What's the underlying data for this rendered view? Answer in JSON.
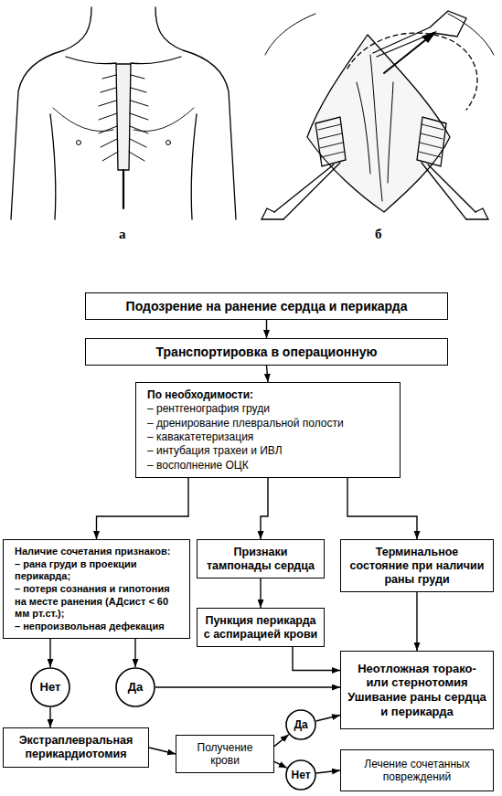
{
  "diagram": {
    "nodes": [
      {
        "text": [
          "Подозрение на ранение сердца и перикарда"
        ]
      },
      {
        "text": [
          "Транспортировка в операционную"
        ]
      },
      {
        "text": [
          "По необходимости:",
          "– рентгенография груди",
          "– дренирование плевральной полости",
          "– кавакатетеризация",
          "– интубация трахеи и ИВЛ",
          "– восполнение ОЦК"
        ]
      },
      {
        "text": [
          "Наличие сочетания признаков:",
          "– рана груди в проекции перикарда;",
          "– потеря сознания и гипотония на месте ранения (АДсист < 60 мм рт.ст.);",
          "– непроизвольная дефекация"
        ]
      },
      {
        "text": [
          "Признаки тампонады сердца"
        ]
      },
      {
        "text": [
          "Терминальное состояние при наличии раны груди"
        ]
      },
      {
        "text": [
          "Пункция перикарда с аспирацией крови"
        ]
      },
      {
        "text": [
          "Нет"
        ]
      },
      {
        "text": [
          "Да"
        ]
      },
      {
        "text": [
          "Неотложная торако- или стернотомия",
          "Ушивание раны сердца и перикарда"
        ]
      },
      {
        "text": [
          "Экстраплевральная перикардиотомия"
        ]
      },
      {
        "text": [
          "Получение крови"
        ]
      },
      {
        "text": [
          "Да"
        ]
      },
      {
        "text": [
          "Нет"
        ]
      },
      {
        "text": [
          "Лечение сочетанных повреждений"
        ]
      }
    ],
    "edges": [
      {
        "from": 0,
        "to": 1,
        "arrow": "to"
      },
      {
        "from": 1,
        "to": 2,
        "arrow": "to"
      },
      {
        "from": 2,
        "to": 3,
        "arrow": "to"
      },
      {
        "from": 2,
        "to": 4,
        "arrow": "to"
      },
      {
        "from": 2,
        "to": 5,
        "arrow": "to"
      },
      {
        "from": 3,
        "to": 7,
        "arrow": "to"
      },
      {
        "from": 3,
        "to": 8,
        "arrow": "to"
      },
      {
        "from": 4,
        "to": 6,
        "arrow": "to"
      },
      {
        "from": 6,
        "to": 9,
        "arrow": "to"
      },
      {
        "from": 5,
        "to": 9,
        "arrow": "to"
      },
      {
        "from": 8,
        "to": 9,
        "arrow": "to"
      },
      {
        "from": 7,
        "to": 10,
        "arrow": "to"
      },
      {
        "from": 10,
        "to": 11,
        "arrow": "to"
      },
      {
        "from": 11,
        "to": 12,
        "arrow": "to"
      },
      {
        "from": 11,
        "to": 13,
        "arrow": "to"
      },
      {
        "from": 12,
        "to": 9,
        "arrow": "to"
      },
      {
        "from": 13,
        "to": 14,
        "arrow": "to"
      }
    ],
    "labels": [
      "а",
      "б"
    ]
  }
}
